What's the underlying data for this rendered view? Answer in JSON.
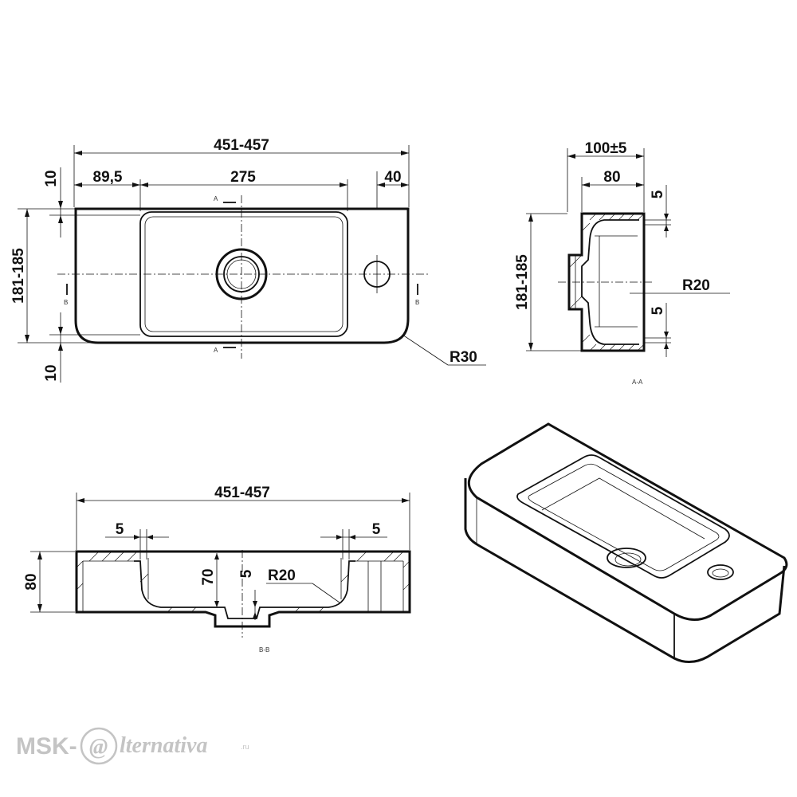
{
  "top_view": {
    "overall_width": "451-457",
    "left_offset": "89,5",
    "bowl_width": "275",
    "right_offset": "40",
    "top_margin": "10",
    "bottom_margin": "10",
    "depth": "181-185",
    "corner_radius": "R30",
    "section_mark_a": "A",
    "section_mark_b": "B"
  },
  "section_a": {
    "width_total": "100±5",
    "width_inner": "80",
    "depth": "181-185",
    "wall_top": "5",
    "wall_bottom": "5",
    "radius": "R20",
    "label": "A-A"
  },
  "section_b": {
    "overall_width": "451-457",
    "wall_left": "5",
    "wall_right": "5",
    "height": "80",
    "inner_height": "70",
    "bottom_thickness": "5",
    "radius": "R20",
    "label": "B-B"
  },
  "watermark": {
    "prefix": "MSK-",
    "at": "@",
    "name": "lternativa",
    "tld": ".ru"
  }
}
